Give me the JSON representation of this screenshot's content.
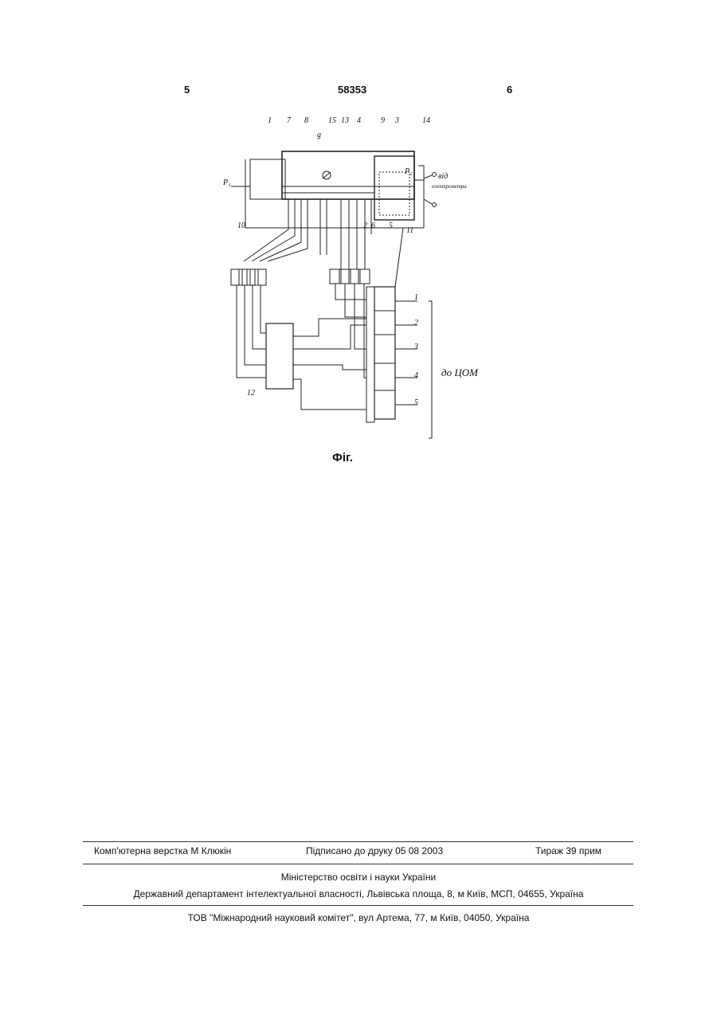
{
  "header": {
    "left_page": "5",
    "patent_number": "58353",
    "right_page": "6"
  },
  "figure": {
    "caption": "Фіг.",
    "labels": {
      "n1": "1",
      "n7": "7",
      "n8": "8",
      "n15": "15",
      "n13": "13",
      "n4": "4",
      "n9": "9",
      "n3": "3",
      "n14": "14",
      "n10": "10",
      "n5": "5",
      "n6": "6",
      "n2": "2",
      "n11": "11",
      "n12": "12",
      "n_7b": "7",
      "p1": "P₁",
      "p2": "P₂",
      "arrow_g": "g",
      "from_text_1": "від",
      "from_text_2": "електрометра",
      "to_text": "до ЦОМ",
      "out1": "1",
      "out2": "2",
      "out3": "3",
      "out4": "4",
      "out5": "5"
    }
  },
  "footer": {
    "layout": "Комп'ютерна верстка М Клюкін",
    "signed": "Підписано до друку 05 08 2003",
    "circulation": "Тираж 39 прим",
    "ministry": "Міністерство освіти і науки України",
    "department": "Державний департамент інтелектуальної власності, Львівська площа, 8, м Київ, МСП, 04655, Україна",
    "company": "ТОВ \"Міжнародний науковий комітет\", вул Артема, 77, м Київ, 04050, Україна"
  }
}
